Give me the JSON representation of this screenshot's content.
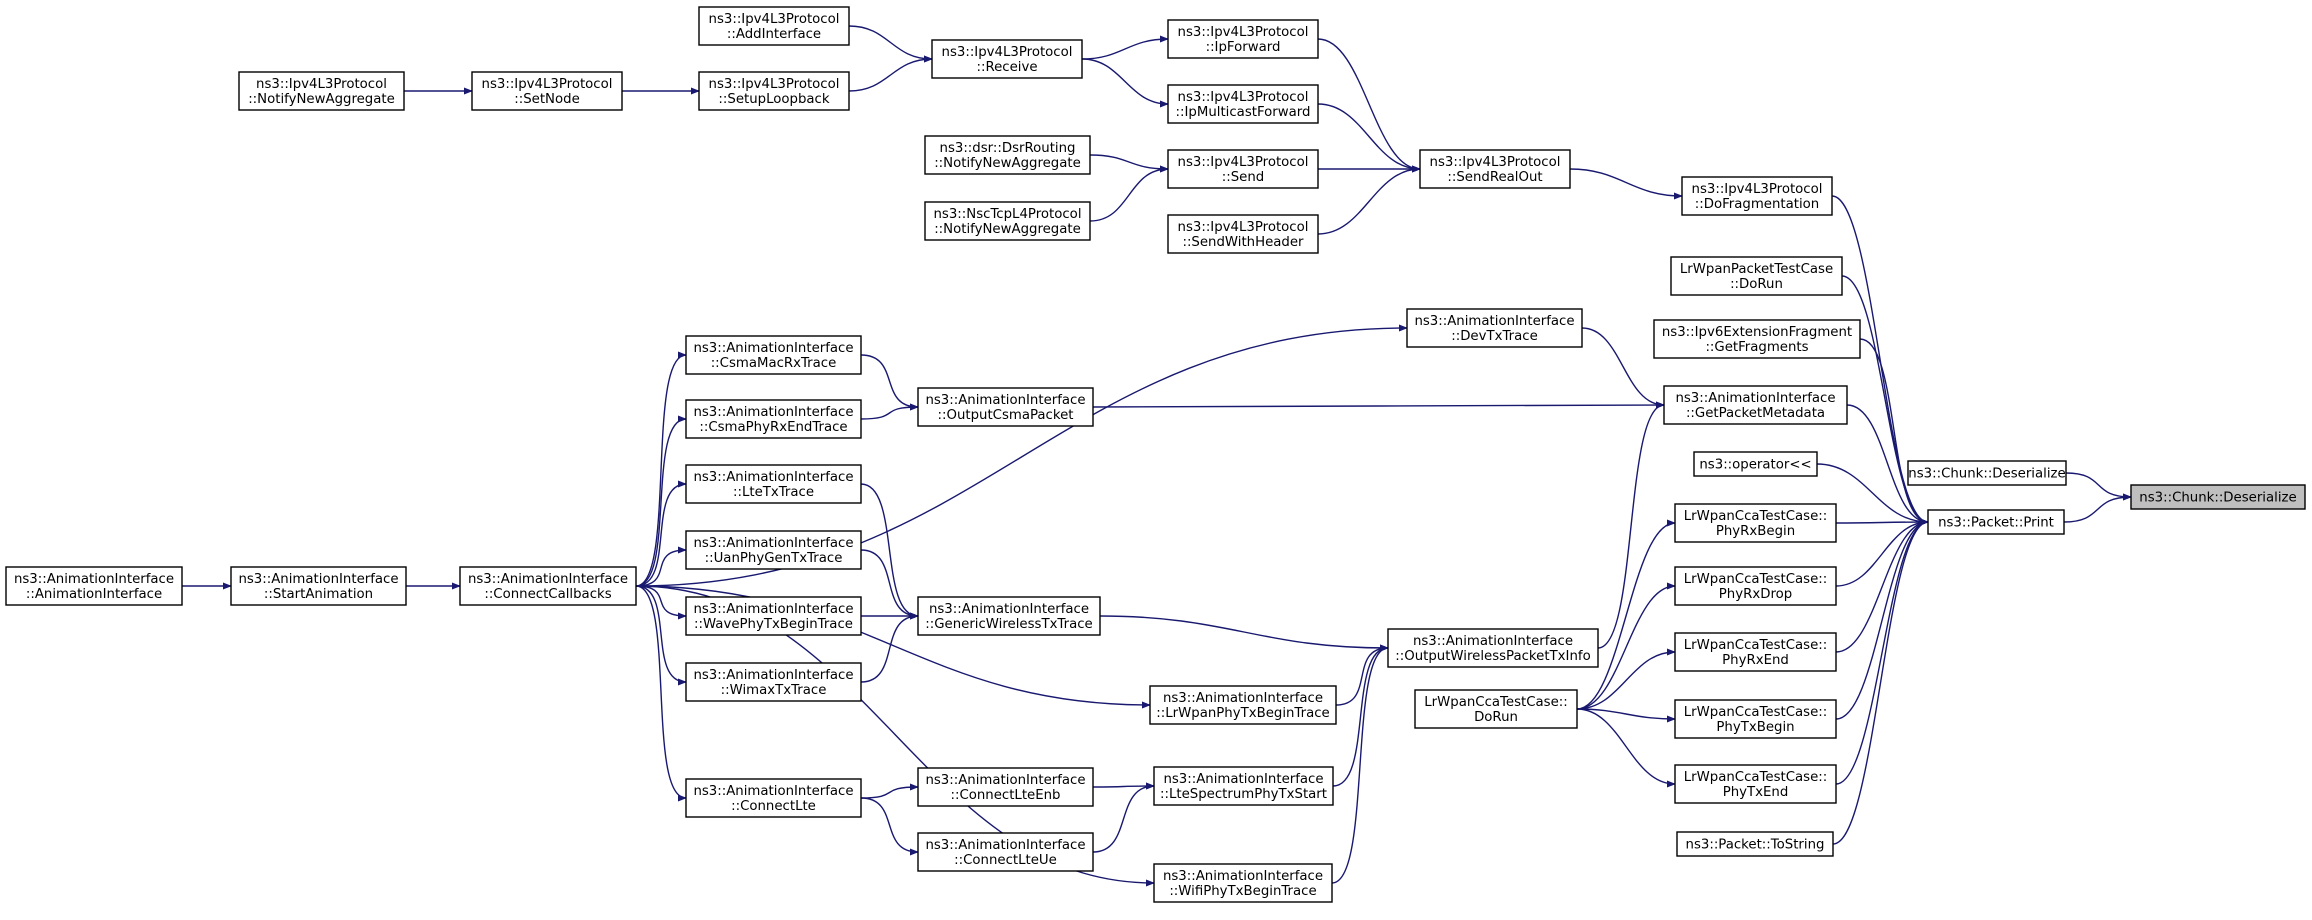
{
  "colors": {
    "edge": "#191970",
    "node_border": "#000000",
    "node_fill": "#ffffff",
    "highlight_fill": "#bfbfbf"
  },
  "nodes": {
    "chunk_deserialize_target": [
      "ns3::Chunk::Deserialize"
    ],
    "chunk_deserialize": [
      "ns3::Chunk::Deserialize"
    ],
    "packet_print": [
      "ns3::Packet::Print"
    ],
    "do_fragmentation": [
      "ns3::Ipv4L3Protocol",
      "::DoFragmentation"
    ],
    "lrwpan_packet_test_dorun": [
      "LrWpanPacketTestCase",
      "::DoRun"
    ],
    "ipv6_get_fragments": [
      "ns3::Ipv6ExtensionFragment",
      "::GetFragments"
    ],
    "get_packet_metadata": [
      "ns3::AnimationInterface",
      "::GetPacketMetadata"
    ],
    "operator_shift": [
      "ns3::operator<<"
    ],
    "phy_rx_begin": [
      "LrWpanCcaTestCase::",
      "PhyRxBegin"
    ],
    "phy_rx_drop": [
      "LrWpanCcaTestCase::",
      "PhyRxDrop"
    ],
    "phy_rx_end": [
      "LrWpanCcaTestCase::",
      "PhyRxEnd"
    ],
    "phy_tx_begin": [
      "LrWpanCcaTestCase::",
      "PhyTxBegin"
    ],
    "phy_tx_end": [
      "LrWpanCcaTestCase::",
      "PhyTxEnd"
    ],
    "packet_tostring": [
      "ns3::Packet::ToString"
    ],
    "send_real_out": [
      "ns3::Ipv4L3Protocol",
      "::SendRealOut"
    ],
    "ip_forward": [
      "ns3::Ipv4L3Protocol",
      "::IpForward"
    ],
    "ip_multicast_forward": [
      "ns3::Ipv4L3Protocol",
      "::IpMulticastForward"
    ],
    "ipv4_send": [
      "ns3::Ipv4L3Protocol",
      "::Send"
    ],
    "send_with_header": [
      "ns3::Ipv4L3Protocol",
      "::SendWithHeader"
    ],
    "ipv4_receive": [
      "ns3::Ipv4L3Protocol",
      "::Receive"
    ],
    "add_interface": [
      "ns3::Ipv4L3Protocol",
      "::AddInterface"
    ],
    "setup_loopback": [
      "ns3::Ipv4L3Protocol",
      "::SetupLoopback"
    ],
    "set_node": [
      "ns3::Ipv4L3Protocol",
      "::SetNode"
    ],
    "ipv4_notify_new_aggregate": [
      "ns3::Ipv4L3Protocol",
      "::NotifyNewAggregate"
    ],
    "dsr_notify_new_aggregate": [
      "ns3::dsr::DsrRouting",
      "::NotifyNewAggregate"
    ],
    "nsc_notify_new_aggregate": [
      "ns3::NscTcpL4Protocol",
      "::NotifyNewAggregate"
    ],
    "dev_tx_trace": [
      "ns3::AnimationInterface",
      "::DevTxTrace"
    ],
    "output_csma_packet": [
      "ns3::AnimationInterface",
      "::OutputCsmaPacket"
    ],
    "csma_mac_rx_trace": [
      "ns3::AnimationInterface",
      "::CsmaMacRxTrace"
    ],
    "csma_phy_rx_end_trace": [
      "ns3::AnimationInterface",
      "::CsmaPhyRxEndTrace"
    ],
    "output_wireless_packet_tx_info": [
      "ns3::AnimationInterface",
      "::OutputWirelessPacketTxInfo"
    ],
    "generic_wireless_tx_trace": [
      "ns3::AnimationInterface",
      "::GenericWirelessTxTrace"
    ],
    "lte_tx_trace": [
      "ns3::AnimationInterface",
      "::LteTxTrace"
    ],
    "uan_phy_gen_tx_trace": [
      "ns3::AnimationInterface",
      "::UanPhyGenTxTrace"
    ],
    "wave_phy_tx_begin_trace": [
      "ns3::AnimationInterface",
      "::WavePhyTxBeginTrace"
    ],
    "wimax_tx_trace": [
      "ns3::AnimationInterface",
      "::WimaxTxTrace"
    ],
    "lrwpan_phy_tx_begin_trace": [
      "ns3::AnimationInterface",
      "::LrWpanPhyTxBeginTrace"
    ],
    "lte_spectrum_phy_tx_start": [
      "ns3::AnimationInterface",
      "::LteSpectrumPhyTxStart"
    ],
    "wifi_phy_tx_begin_trace": [
      "ns3::AnimationInterface",
      "::WifiPhyTxBeginTrace"
    ],
    "lrwpan_cca_dorun": [
      "LrWpanCcaTestCase::",
      "DoRun"
    ],
    "connect_lte_enb": [
      "ns3::AnimationInterface",
      "::ConnectLteEnb"
    ],
    "connect_lte_ue": [
      "ns3::AnimationInterface",
      "::ConnectLteUe"
    ],
    "connect_lte": [
      "ns3::AnimationInterface",
      "::ConnectLte"
    ],
    "connect_callbacks": [
      "ns3::AnimationInterface",
      "::ConnectCallbacks"
    ],
    "start_animation": [
      "ns3::AnimationInterface",
      "::StartAnimation"
    ],
    "animation_interface": [
      "ns3::AnimationInterface",
      "::AnimationInterface"
    ]
  }
}
